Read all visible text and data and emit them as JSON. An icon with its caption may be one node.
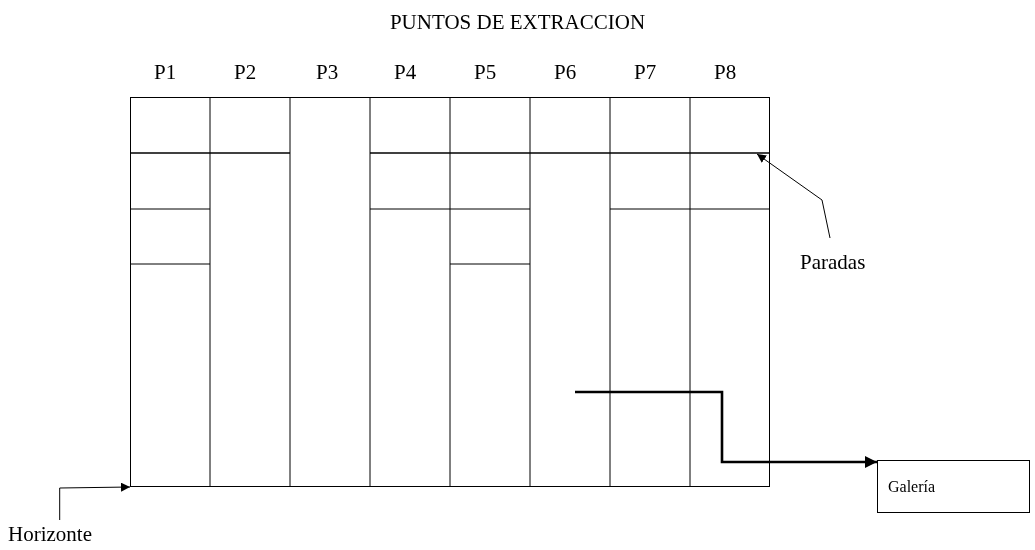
{
  "diagram": {
    "title": "PUNTOS DE EXTRACCION",
    "nodes": [
      {
        "text": [],
        "shape": "box",
        "beside": [
          "P1",
          "P2",
          "P3",
          "P4",
          "P5",
          "P6",
          "P7",
          "P8"
        ]
      },
      {
        "text": [
          "Paradas"
        ]
      },
      {
        "text": [
          "Galería"
        ]
      },
      {
        "text": [
          "Horizonte"
        ]
      }
    ],
    "edges": [
      {
        "from": 1,
        "to": 0,
        "arrow": "to"
      },
      {
        "from": 0,
        "to": 2,
        "arrow": "to",
        "style": "thick"
      },
      {
        "from": 3,
        "to": 0,
        "arrow": "to"
      }
    ]
  }
}
